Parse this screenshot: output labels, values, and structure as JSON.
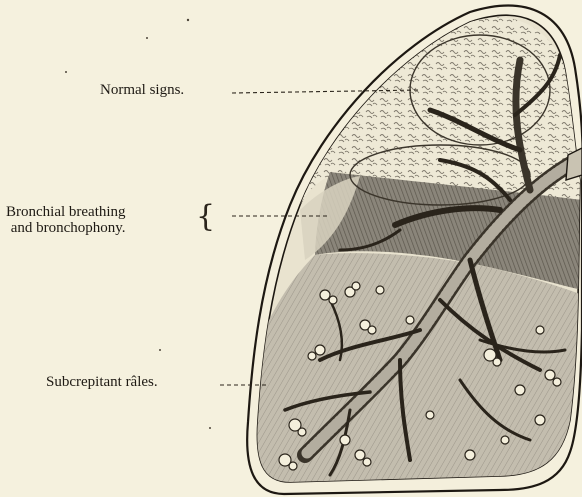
{
  "labels": {
    "normal_signs": "Normal signs.",
    "bronchial_line1": "Bronchial breathing",
    "bronchial_line2": "and bronchophony.",
    "subcrepitant": "Subcrepitant râles."
  },
  "colors": {
    "paper": "#f5f1de",
    "ink": "#1e1a14",
    "consolidated": "#8d887b",
    "lower_lobe": "#bdb7a8",
    "upper_lobe": "#ece7d2"
  }
}
